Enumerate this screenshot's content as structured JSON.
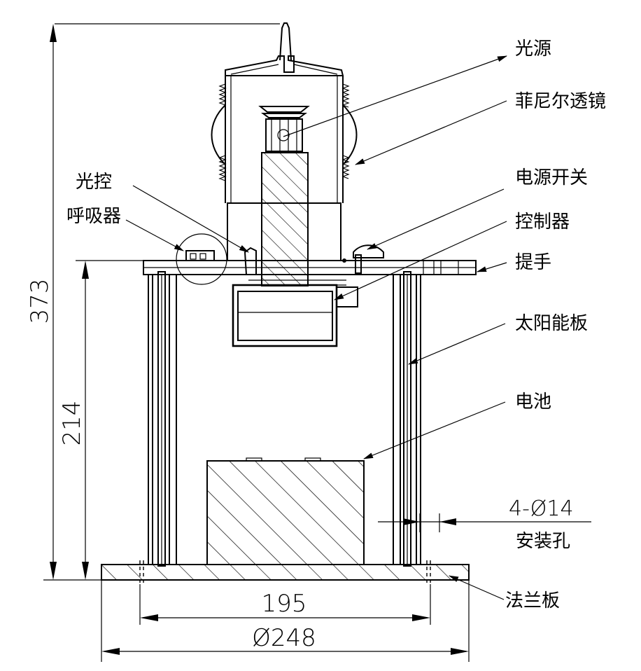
{
  "labels": {
    "light_source": "光源",
    "fresnel_lens": "菲尼尔透镜",
    "light_control_1": "光控",
    "light_control_2": "呼吸器",
    "power_switch": "电源开关",
    "controller": "控制器",
    "handle": "提手",
    "solar_panel": "太阳能板",
    "battery": "电池",
    "mount_hole_spec": "4-Ø14",
    "mount_hole": "安装孔",
    "flange_plate": "法兰板"
  },
  "dimensions": {
    "total_height": "373",
    "body_height": "214",
    "hole_spacing": "195",
    "flange_diameter": "Ø248"
  }
}
